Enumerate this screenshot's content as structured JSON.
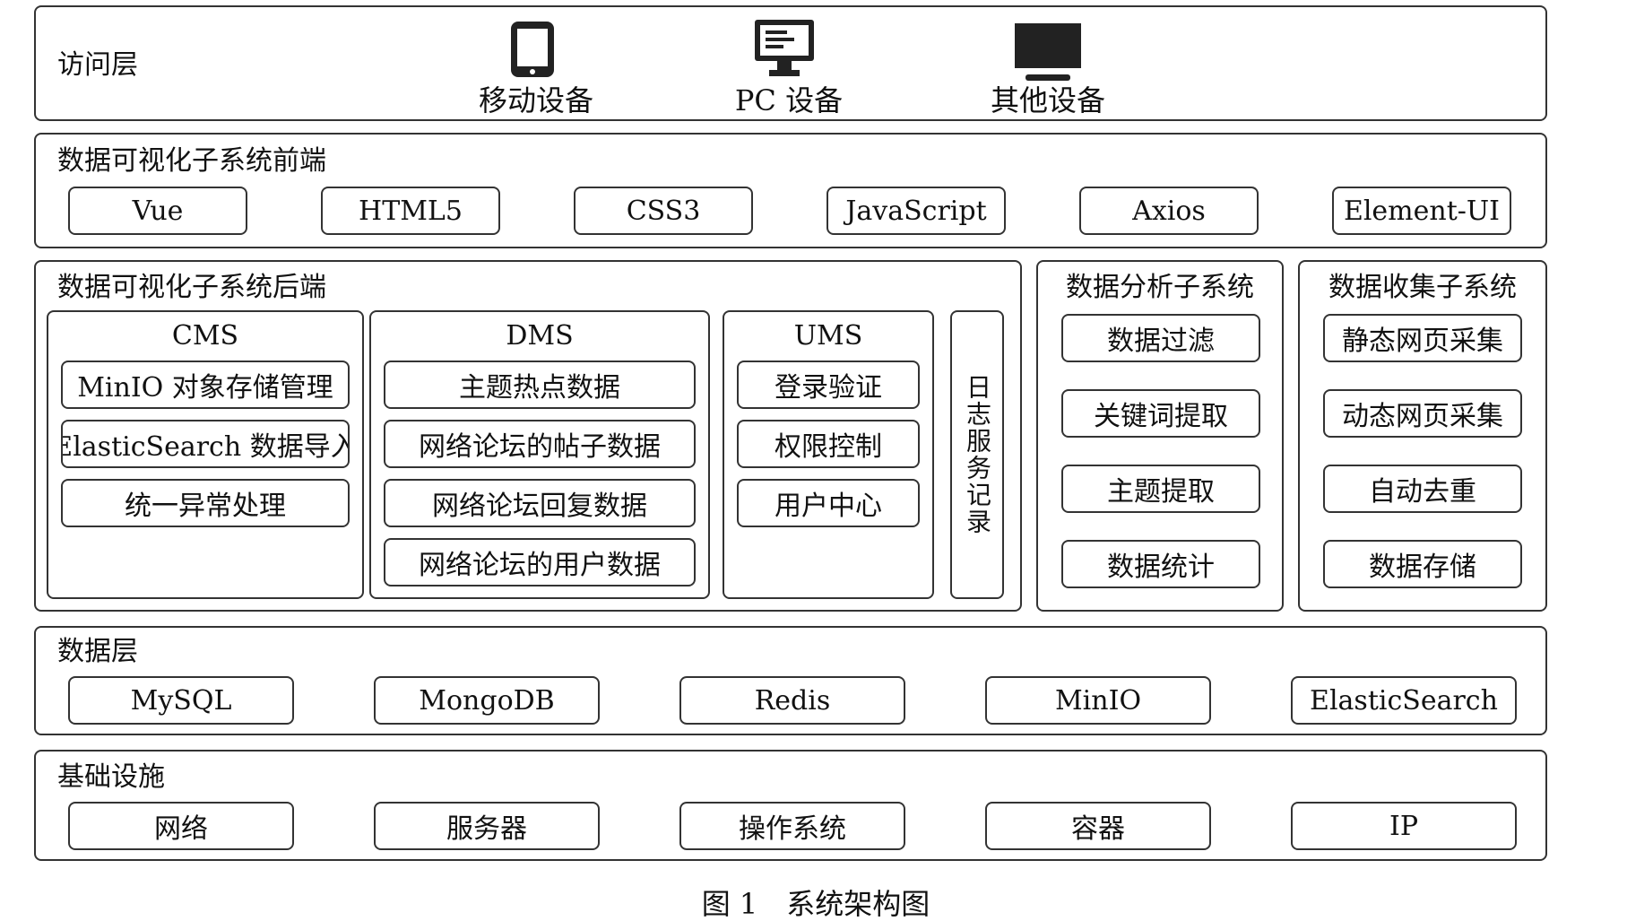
{
  "access_layer": {
    "title": "访问层",
    "devices": [
      {
        "label": "移动设备",
        "icon": "mobile-phone-icon"
      },
      {
        "label": "PC 设备",
        "icon": "desktop-monitor-icon"
      },
      {
        "label": "其他设备",
        "icon": "display-device-icon"
      }
    ]
  },
  "frontend": {
    "title": "数据可视化子系统前端",
    "items": [
      "Vue",
      "HTML5",
      "CSS3",
      "JavaScript",
      "Axios",
      "Element-UI"
    ]
  },
  "backend": {
    "title": "数据可视化子系统后端",
    "cms": {
      "title": "CMS",
      "items": [
        "MinIO 对象存储管理",
        "ElasticSearch 数据导入",
        "统一异常处理"
      ]
    },
    "dms": {
      "title": "DMS",
      "items": [
        "主题热点数据",
        "网络论坛的帖子数据",
        "网络论坛回复数据",
        "网络论坛的用户数据"
      ]
    },
    "ums": {
      "title": "UMS",
      "items": [
        "登录验证",
        "权限控制",
        "用户中心"
      ]
    },
    "log": "日志服务记录"
  },
  "analysis": {
    "title": "数据分析子系统",
    "items": [
      "数据过滤",
      "关键词提取",
      "主题提取",
      "数据统计"
    ]
  },
  "collection": {
    "title": "数据收集子系统",
    "items": [
      "静态网页采集",
      "动态网页采集",
      "自动去重",
      "数据存储"
    ]
  },
  "data_layer": {
    "title": "数据层",
    "items": [
      "MySQL",
      "MongoDB",
      "Redis",
      "MinIO",
      "ElasticSearch"
    ]
  },
  "infrastructure": {
    "title": "基础设施",
    "items": [
      "网络",
      "服务器",
      "操作系统",
      "容器",
      "IP"
    ]
  },
  "caption": "图 1　系统架构图"
}
